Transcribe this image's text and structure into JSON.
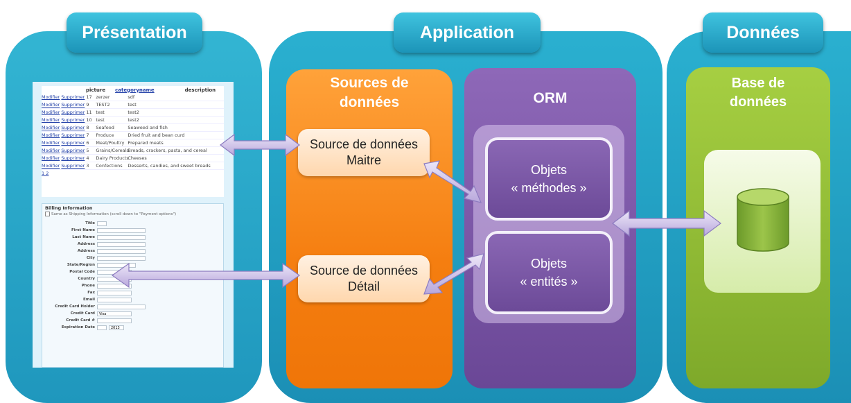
{
  "tiers": {
    "presentation": "Présentation",
    "application": "Application",
    "data": "Données"
  },
  "sources": {
    "title_line1": "Sources de",
    "title_line2": "données",
    "master_line1": "Source de données",
    "master_line2": "Maitre",
    "detail_line1": "Source de données",
    "detail_line2": "Détail"
  },
  "orm": {
    "title": "ORM",
    "methods_line1": "Objets",
    "methods_line2": "« méthodes »",
    "entities_line1": "Objets",
    "entities_line2": "« entités »"
  },
  "database": {
    "title_line1": "Base de",
    "title_line2": "données"
  },
  "screenshot": {
    "grid_headers": [
      "picture",
      "categoryname",
      "description"
    ],
    "edit_link": "Modifier",
    "delete_link": "Supprimer",
    "rows": [
      {
        "id": "17",
        "name": "zerzer",
        "desc": "sdf"
      },
      {
        "id": "9",
        "name": "TEST2",
        "desc": "test"
      },
      {
        "id": "11",
        "name": "test",
        "desc": "test2"
      },
      {
        "id": "10",
        "name": "test",
        "desc": "test2"
      },
      {
        "id": "8",
        "name": "Seafood",
        "desc": "Seaweed and fish"
      },
      {
        "id": "7",
        "name": "Produce",
        "desc": "Dried fruit and bean curd"
      },
      {
        "id": "6",
        "name": "Meat/Poultry",
        "desc": "Prepared meats"
      },
      {
        "id": "5",
        "name": "Grains/Cereals",
        "desc": "Breads, crackers, pasta, and cereal"
      },
      {
        "id": "4",
        "name": "Dairy Products",
        "desc": "Cheeses"
      },
      {
        "id": "3",
        "name": "Confections",
        "desc": "Desserts, candies, and sweet breads"
      }
    ],
    "pager": "1 2",
    "billing_title": "Billing Information",
    "billing_checkbox": "Same as Shipping Information (scroll down to \"Payment options\")",
    "fields": [
      "Title",
      "First Name",
      "Last Name",
      "Address",
      "Address",
      "City",
      "State/Region",
      "Postal Code",
      "Country",
      "Phone",
      "Fax",
      "Email",
      "Credit Card Holder",
      "Credit Card",
      "Credit Card #",
      "Expiration Date"
    ],
    "credit_card_value": "Visa",
    "exp_year": "2013"
  }
}
